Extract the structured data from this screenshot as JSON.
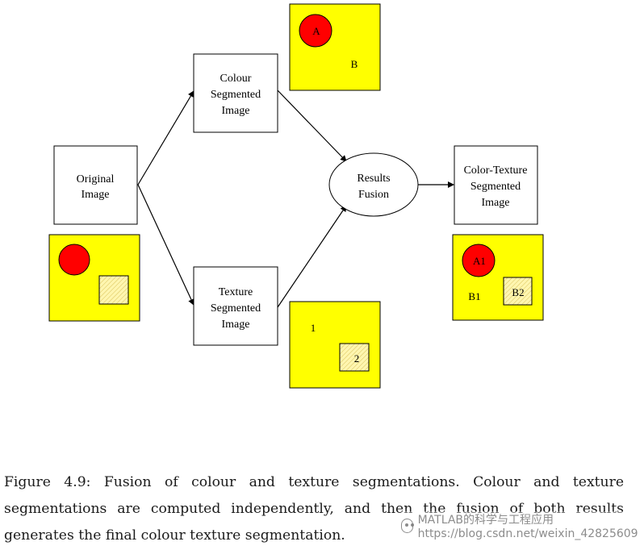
{
  "nodes": {
    "original": [
      "Original",
      "Image"
    ],
    "colour": [
      "Colour",
      "Segmented",
      "Image"
    ],
    "texture": [
      "Texture",
      "Segmented",
      "Image"
    ],
    "fusion": [
      "Results",
      "Fusion"
    ],
    "result": [
      "Color-Texture",
      "Segmented",
      "Image"
    ]
  },
  "thumbnails": {
    "colour_seg": {
      "circle": "A",
      "region": "B"
    },
    "texture_seg": {
      "region": "1",
      "square": "2"
    },
    "final_seg": {
      "circle": "A1",
      "region": "B1",
      "square": "B2"
    }
  },
  "colors": {
    "yellow": "#ffff00",
    "red": "#ff0000",
    "texture_square": "#fff5a8"
  },
  "caption": "Figure 4.9: Fusion of colour and texture segmentations. Colour and texture segmentations are computed independently, and then the fusion of both results generates the final colour texture segmentation.",
  "watermark": "MATLAB的科学与工程应用 https://blog.csdn.net/weixin_42825609"
}
